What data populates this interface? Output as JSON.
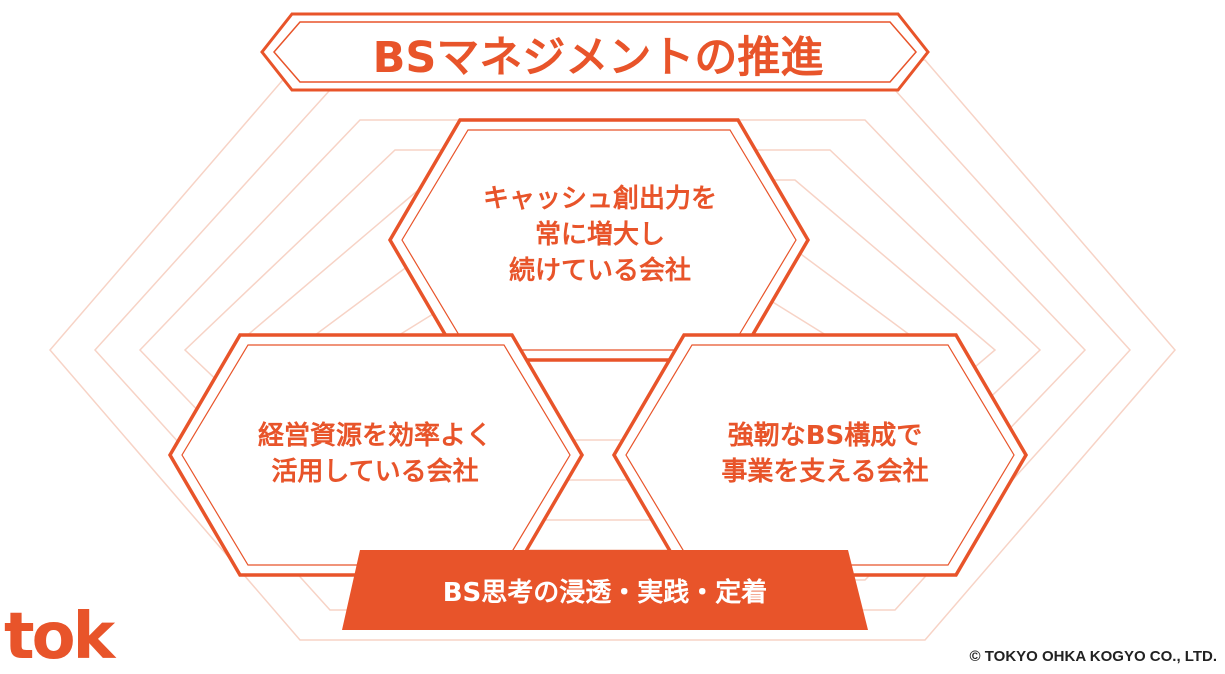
{
  "title": "BSマネジメントの推進",
  "hexagons": {
    "top": {
      "lines": [
        "キャッシュ創出力を",
        "常に増大し",
        "続けている会社"
      ]
    },
    "left": {
      "lines": [
        "経営資源を効率よく",
        "活用している会社"
      ]
    },
    "right": {
      "lines": [
        "強靭なBS構成で",
        "事業を支える会社"
      ]
    }
  },
  "banner": "BS思考の浸透・実践・定着",
  "logo_text": "tok",
  "copyright": "© TOKYO OHKA KOGYO CO., LTD.",
  "colors": {
    "accent": "#e8542a",
    "faint_line": "#f7d3c6",
    "background": "#ffffff"
  }
}
